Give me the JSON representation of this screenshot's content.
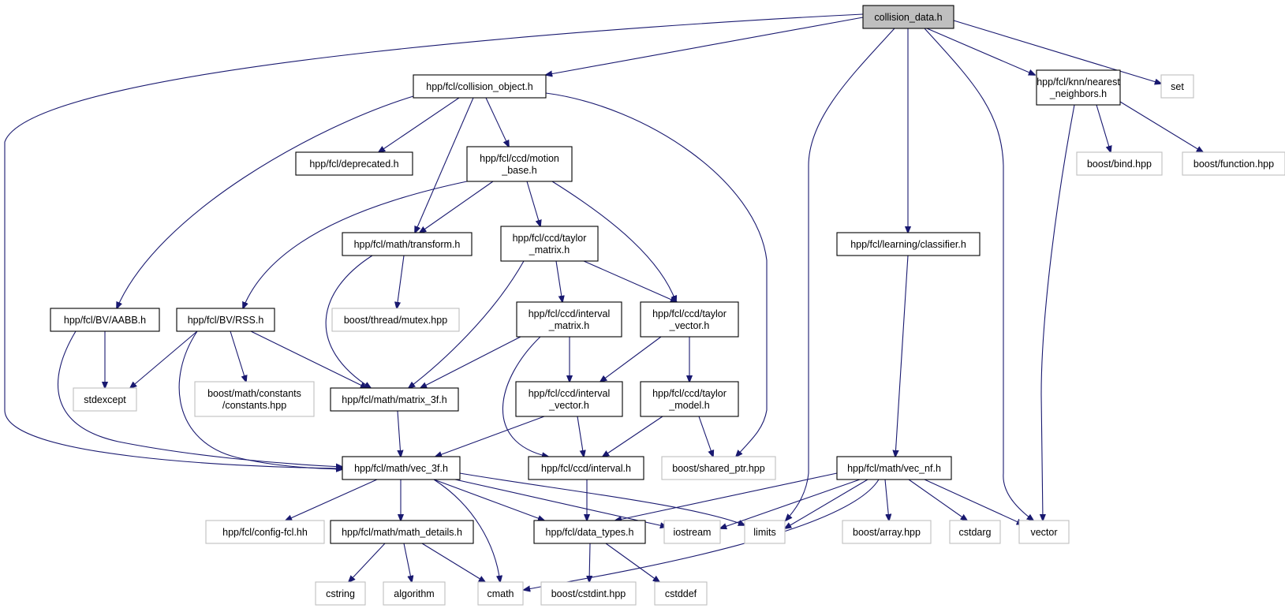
{
  "diagram": {
    "title": "collision_data.h",
    "colors": {
      "root_fill": "#bfbfbf",
      "internal_stroke": "#000000",
      "external_stroke": "#bfbfbf",
      "edge": "#191970"
    },
    "nodes": [
      {
        "id": "root",
        "lines": [
          "collision_data.h"
        ],
        "kind": "root"
      },
      {
        "id": "collision_object",
        "lines": [
          "hpp/fcl/collision_object.h"
        ],
        "kind": "internal"
      },
      {
        "id": "knn",
        "lines": [
          "hpp/fcl/knn/nearest",
          "_neighbors.h"
        ],
        "kind": "internal"
      },
      {
        "id": "set",
        "lines": [
          "set"
        ],
        "kind": "external"
      },
      {
        "id": "deprecated",
        "lines": [
          "hpp/fcl/deprecated.h"
        ],
        "kind": "internal"
      },
      {
        "id": "motion_base",
        "lines": [
          "hpp/fcl/ccd/motion",
          "_base.h"
        ],
        "kind": "internal"
      },
      {
        "id": "bind",
        "lines": [
          "boost/bind.hpp"
        ],
        "kind": "external"
      },
      {
        "id": "function",
        "lines": [
          "boost/function.hpp"
        ],
        "kind": "external"
      },
      {
        "id": "transform",
        "lines": [
          "hpp/fcl/math/transform.h"
        ],
        "kind": "internal"
      },
      {
        "id": "taylor_matrix",
        "lines": [
          "hpp/fcl/ccd/taylor",
          "_matrix.h"
        ],
        "kind": "internal"
      },
      {
        "id": "classifier",
        "lines": [
          "hpp/fcl/learning/classifier.h"
        ],
        "kind": "internal"
      },
      {
        "id": "aabb",
        "lines": [
          "hpp/fcl/BV/AABB.h"
        ],
        "kind": "internal"
      },
      {
        "id": "rss",
        "lines": [
          "hpp/fcl/BV/RSS.h"
        ],
        "kind": "internal"
      },
      {
        "id": "mutex",
        "lines": [
          "boost/thread/mutex.hpp"
        ],
        "kind": "external"
      },
      {
        "id": "interval_matrix",
        "lines": [
          "hpp/fcl/ccd/interval",
          "_matrix.h"
        ],
        "kind": "internal"
      },
      {
        "id": "taylor_vector",
        "lines": [
          "hpp/fcl/ccd/taylor",
          "_vector.h"
        ],
        "kind": "internal"
      },
      {
        "id": "stdexcept",
        "lines": [
          "stdexcept"
        ],
        "kind": "external"
      },
      {
        "id": "constants",
        "lines": [
          "boost/math/constants",
          "/constants.hpp"
        ],
        "kind": "external"
      },
      {
        "id": "matrix3f",
        "lines": [
          "hpp/fcl/math/matrix_3f.h"
        ],
        "kind": "internal"
      },
      {
        "id": "interval_vector",
        "lines": [
          "hpp/fcl/ccd/interval",
          "_vector.h"
        ],
        "kind": "internal"
      },
      {
        "id": "taylor_model",
        "lines": [
          "hpp/fcl/ccd/taylor",
          "_model.h"
        ],
        "kind": "internal"
      },
      {
        "id": "vec3f",
        "lines": [
          "hpp/fcl/math/vec_3f.h"
        ],
        "kind": "internal"
      },
      {
        "id": "interval",
        "lines": [
          "hpp/fcl/ccd/interval.h"
        ],
        "kind": "internal"
      },
      {
        "id": "shared_ptr",
        "lines": [
          "boost/shared_ptr.hpp"
        ],
        "kind": "external"
      },
      {
        "id": "vecnf",
        "lines": [
          "hpp/fcl/math/vec_nf.h"
        ],
        "kind": "internal"
      },
      {
        "id": "config",
        "lines": [
          "hpp/fcl/config-fcl.hh"
        ],
        "kind": "external"
      },
      {
        "id": "math_details",
        "lines": [
          "hpp/fcl/math/math_details.h"
        ],
        "kind": "internal"
      },
      {
        "id": "data_types",
        "lines": [
          "hpp/fcl/data_types.h"
        ],
        "kind": "internal"
      },
      {
        "id": "iostream",
        "lines": [
          "iostream"
        ],
        "kind": "external"
      },
      {
        "id": "limits",
        "lines": [
          "limits"
        ],
        "kind": "external"
      },
      {
        "id": "boost_array",
        "lines": [
          "boost/array.hpp"
        ],
        "kind": "external"
      },
      {
        "id": "cstdarg",
        "lines": [
          "cstdarg"
        ],
        "kind": "external"
      },
      {
        "id": "vector",
        "lines": [
          "vector"
        ],
        "kind": "external"
      },
      {
        "id": "cstring",
        "lines": [
          "cstring"
        ],
        "kind": "external"
      },
      {
        "id": "algorithm",
        "lines": [
          "algorithm"
        ],
        "kind": "external"
      },
      {
        "id": "cmath",
        "lines": [
          "cmath"
        ],
        "kind": "external"
      },
      {
        "id": "cstdint",
        "lines": [
          "boost/cstdint.hpp"
        ],
        "kind": "external"
      },
      {
        "id": "cstddef",
        "lines": [
          "cstddef"
        ],
        "kind": "external"
      }
    ],
    "edges": [
      {
        "from": "root",
        "to": "collision_object"
      },
      {
        "from": "root",
        "to": "vec3f"
      },
      {
        "from": "root",
        "to": "limits"
      },
      {
        "from": "root",
        "to": "classifier"
      },
      {
        "from": "root",
        "to": "vector"
      },
      {
        "from": "root",
        "to": "knn"
      },
      {
        "from": "root",
        "to": "set"
      },
      {
        "from": "collision_object",
        "to": "aabb"
      },
      {
        "from": "collision_object",
        "to": "deprecated"
      },
      {
        "from": "collision_object",
        "to": "transform"
      },
      {
        "from": "collision_object",
        "to": "motion_base"
      },
      {
        "from": "collision_object",
        "to": "shared_ptr"
      },
      {
        "from": "knn",
        "to": "vector"
      },
      {
        "from": "knn",
        "to": "bind"
      },
      {
        "from": "knn",
        "to": "function"
      },
      {
        "from": "motion_base",
        "to": "rss"
      },
      {
        "from": "motion_base",
        "to": "transform"
      },
      {
        "from": "motion_base",
        "to": "taylor_matrix"
      },
      {
        "from": "motion_base",
        "to": "taylor_vector"
      },
      {
        "from": "transform",
        "to": "matrix3f"
      },
      {
        "from": "transform",
        "to": "mutex"
      },
      {
        "from": "taylor_matrix",
        "to": "matrix3f"
      },
      {
        "from": "taylor_matrix",
        "to": "interval_matrix"
      },
      {
        "from": "taylor_matrix",
        "to": "taylor_vector"
      },
      {
        "from": "classifier",
        "to": "vecnf"
      },
      {
        "from": "aabb",
        "to": "vec3f"
      },
      {
        "from": "aabb",
        "to": "stdexcept"
      },
      {
        "from": "rss",
        "to": "stdexcept"
      },
      {
        "from": "rss",
        "to": "vec3f"
      },
      {
        "from": "rss",
        "to": "constants"
      },
      {
        "from": "rss",
        "to": "matrix3f"
      },
      {
        "from": "interval_matrix",
        "to": "matrix3f"
      },
      {
        "from": "interval_matrix",
        "to": "interval_vector"
      },
      {
        "from": "interval_matrix",
        "to": "interval"
      },
      {
        "from": "taylor_vector",
        "to": "interval_vector"
      },
      {
        "from": "taylor_vector",
        "to": "taylor_model"
      },
      {
        "from": "matrix3f",
        "to": "vec3f"
      },
      {
        "from": "interval_vector",
        "to": "vec3f"
      },
      {
        "from": "interval_vector",
        "to": "interval"
      },
      {
        "from": "taylor_model",
        "to": "interval"
      },
      {
        "from": "taylor_model",
        "to": "shared_ptr"
      },
      {
        "from": "vec3f",
        "to": "config"
      },
      {
        "from": "vec3f",
        "to": "math_details"
      },
      {
        "from": "vec3f",
        "to": "cmath"
      },
      {
        "from": "vec3f",
        "to": "data_types"
      },
      {
        "from": "vec3f",
        "to": "iostream"
      },
      {
        "from": "vec3f",
        "to": "limits"
      },
      {
        "from": "interval",
        "to": "data_types"
      },
      {
        "from": "vecnf",
        "to": "data_types"
      },
      {
        "from": "vecnf",
        "to": "cmath"
      },
      {
        "from": "vecnf",
        "to": "iostream"
      },
      {
        "from": "vecnf",
        "to": "limits"
      },
      {
        "from": "vecnf",
        "to": "boost_array"
      },
      {
        "from": "vecnf",
        "to": "cstdarg"
      },
      {
        "from": "vecnf",
        "to": "vector"
      },
      {
        "from": "math_details",
        "to": "cstring"
      },
      {
        "from": "math_details",
        "to": "algorithm"
      },
      {
        "from": "math_details",
        "to": "cmath"
      },
      {
        "from": "data_types",
        "to": "cstdint"
      },
      {
        "from": "data_types",
        "to": "cstddef"
      }
    ]
  }
}
